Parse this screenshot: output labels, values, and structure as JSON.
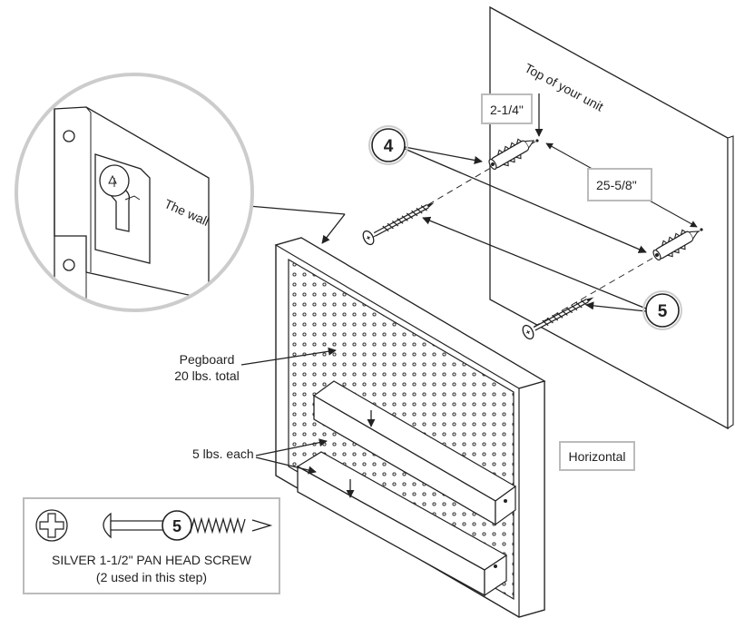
{
  "labels": {
    "top_of_unit": "Top of your unit",
    "offset": "2-1/4\"",
    "spacing": "25-5/8\"",
    "the_wall": "The wall",
    "pegboard_line1": "Pegboard",
    "pegboard_line2": "20 lbs. total",
    "shelf_load": "5 lbs. each",
    "orientation": "Horizontal"
  },
  "callouts": {
    "anchor": "4",
    "screw": "5"
  },
  "legend": {
    "screw_number": "5",
    "line1": "SILVER 1-1/2\" PAN HEAD SCREW",
    "line2": "(2 used in this step)"
  },
  "colors": {
    "line": "#222222",
    "box_border": "#bbbbbb",
    "callout_border": "#cccccc"
  },
  "icons": {
    "screw_head": "phillips-head-icon"
  }
}
